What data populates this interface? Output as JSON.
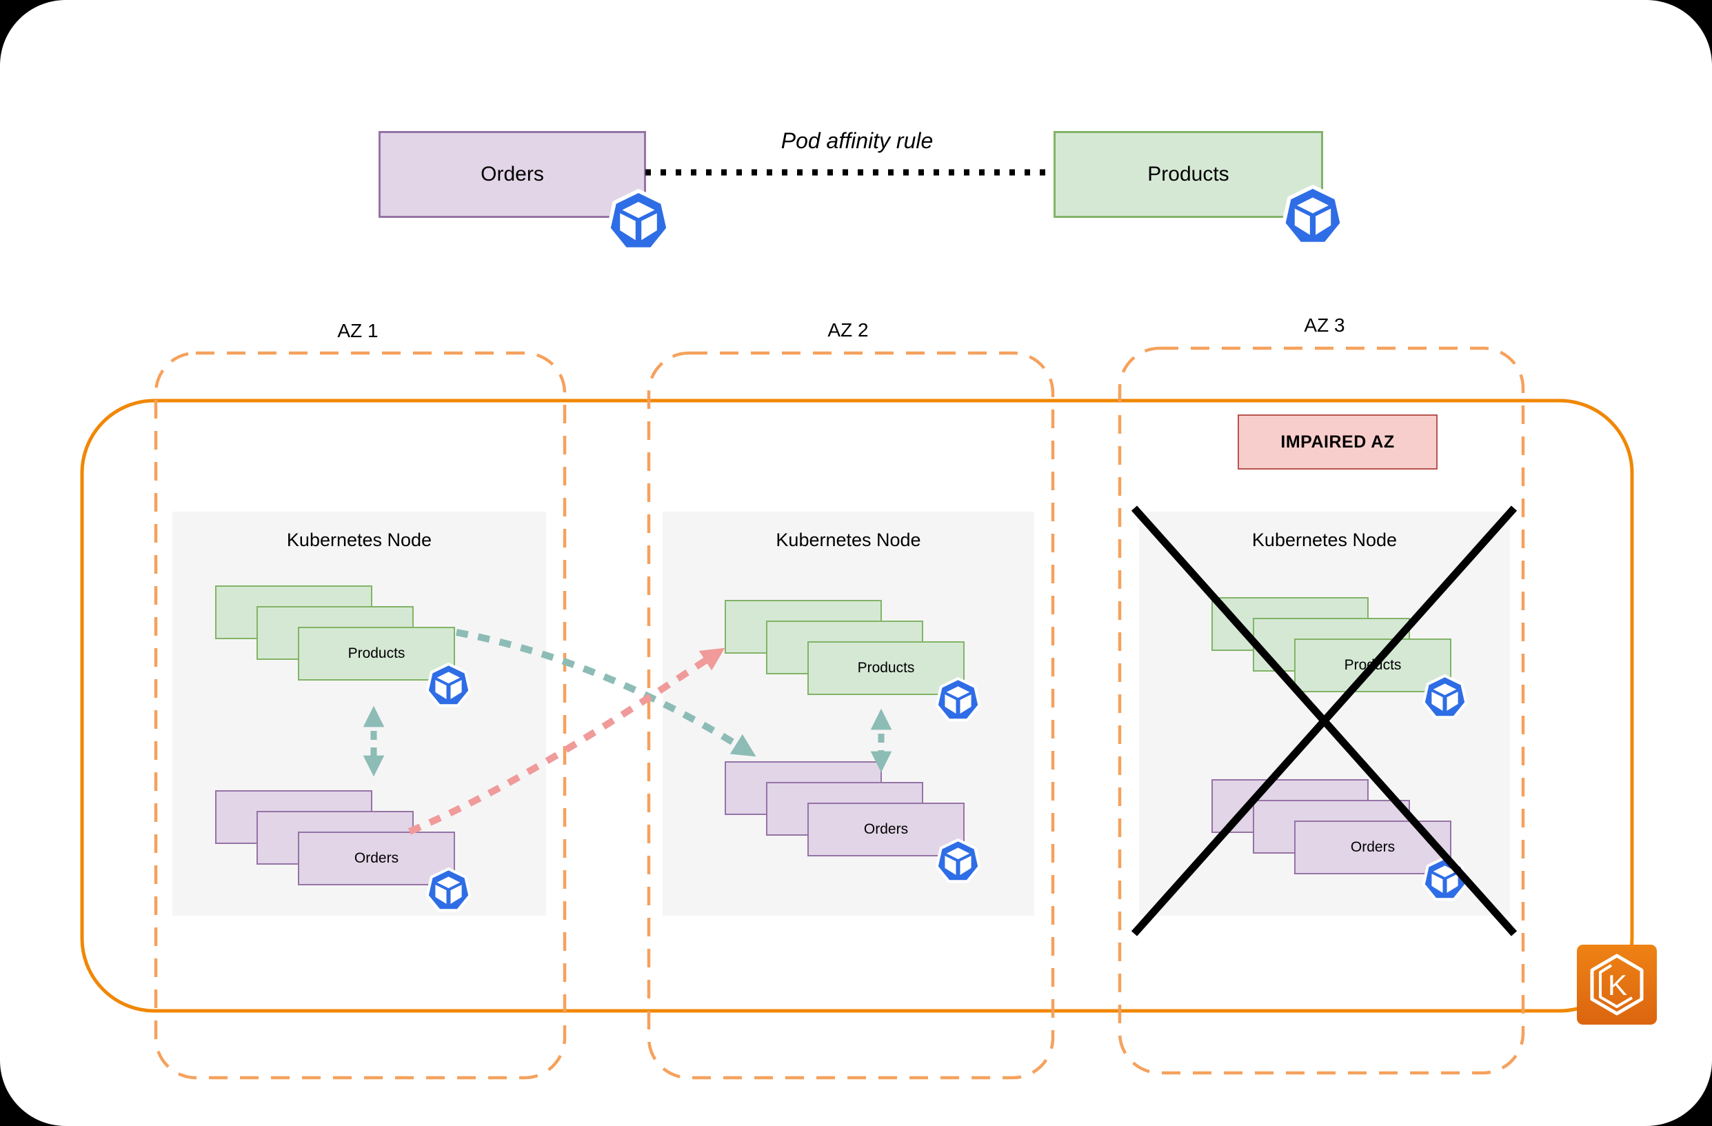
{
  "header": {
    "orders_label": "Orders",
    "products_label": "Products",
    "affinity_label": "Pod affinity rule"
  },
  "impaired_badge_label": "IMPAIRED AZ",
  "eks_letter": "K",
  "azs": [
    {
      "label": "AZ 1",
      "node_title": "Kubernetes Node",
      "products_label": "Products",
      "orders_label": "Orders",
      "impaired": false
    },
    {
      "label": "AZ 2",
      "node_title": "Kubernetes Node",
      "products_label": "Products",
      "orders_label": "Orders",
      "impaired": false
    },
    {
      "label": "AZ 3",
      "node_title": "Kubernetes Node",
      "products_label": "Products",
      "orders_label": "Orders",
      "impaired": true
    }
  ],
  "icons": {
    "pod": "kubernetes-pod-icon",
    "eks": "amazon-eks-icon"
  },
  "colors": {
    "products_fill": "#D5E8D4",
    "products_stroke": "#82B366",
    "orders_fill": "#E1D5E7",
    "orders_stroke": "#9673A6",
    "az_dashed_orange": "#F5A15D",
    "cluster_solid_orange": "#F08705",
    "affinity_teal": "#8CBCB5",
    "cross_az_red": "#F09A9A",
    "impaired_fill": "#F8CECC",
    "impaired_stroke": "#B85450",
    "pod_blue": "#2E6DE5",
    "node_fill": "#F5F5F5",
    "cross_black": "#000000"
  }
}
